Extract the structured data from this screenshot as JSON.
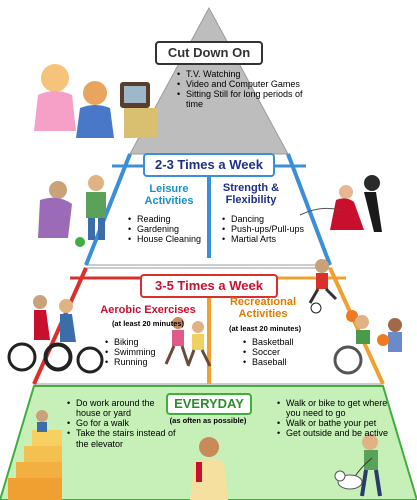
{
  "pyramid": {
    "top": {
      "title": "Cut Down On",
      "items": [
        "T.V. Watching",
        "Video and Computer Games",
        "Sitting Still for long periods of time"
      ]
    },
    "second": {
      "title": "2-3 Times a Week",
      "left": {
        "heading": "Leisure Activities",
        "items": [
          "Reading",
          "Gardening",
          "House Cleaning"
        ]
      },
      "right": {
        "heading": "Strength & Flexibility",
        "items": [
          "Dancing",
          "Push-ups/Pull-ups",
          "Martial Arts"
        ]
      }
    },
    "third": {
      "title": "3-5 Times a Week",
      "left": {
        "heading": "Aerobic Exercises",
        "note": "(at least 20 minutes)",
        "items": [
          "Biking",
          "Swimming",
          "Running"
        ]
      },
      "right": {
        "heading": "Recreational Activities",
        "note": "(at least 20 minutes)",
        "items": [
          "Basketball",
          "Soccer",
          "Baseball"
        ]
      }
    },
    "base": {
      "title": "EVERYDAY",
      "note": "(as often as possible)",
      "left_items": [
        "Do work around the house or yard",
        "Go for a walk",
        "Take the stairs instead of the elevator"
      ],
      "right_items": [
        "Walk or bike to get where you need to go",
        "Walk or bathe your pet",
        "Get outside and be active"
      ]
    }
  },
  "colors": {
    "top_band": "#bdbdbd",
    "second_band": "#ffffff",
    "third_band": "#ffffff",
    "base_band": "#c6f0b8",
    "leisure_heading": "#1a8fc9",
    "strength_heading": "#1f2f86",
    "aerobic_heading": "#c8102e",
    "recreational_heading": "#e07b00",
    "everyday_heading": "#2e8b2e",
    "divider_blue": "#3b8fd8",
    "divider_red": "#d9302b",
    "divider_orange": "#f0a030",
    "divider_green": "#3fae3f"
  },
  "illustrations": [
    "children-watching-tv-icon",
    "gardening-couple-icon",
    "dancing-couple-icon",
    "cyclists-icon",
    "runners-icon",
    "soccer-player-icon",
    "wheelchair-basketball-icon",
    "stairs-climber-icon",
    "woman-with-towel-icon",
    "man-walking-dog-icon"
  ]
}
